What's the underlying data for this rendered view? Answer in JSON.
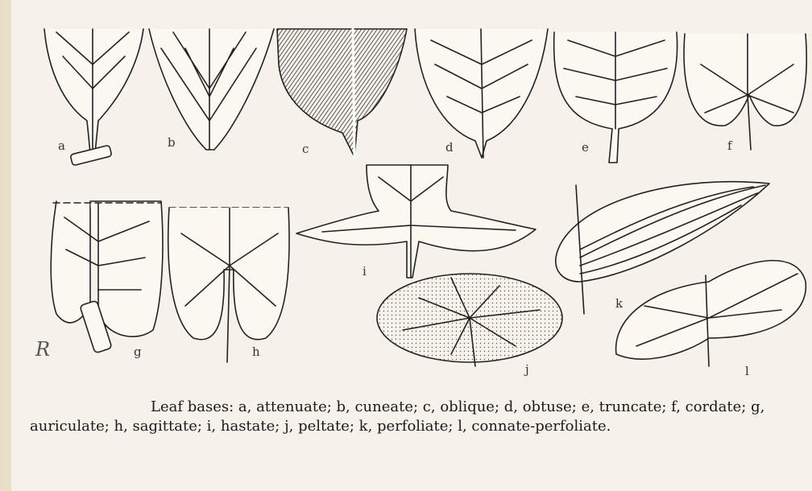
{
  "figure": {
    "labels": [
      "a",
      "b",
      "c",
      "d",
      "e",
      "f",
      "g",
      "h",
      "i",
      "j",
      "k",
      "l"
    ],
    "signature": "R"
  },
  "caption": {
    "text": "Leaf bases: a, attenuate; b, cuneate; c, oblique; d, obtuse; e, truncate; f, cordate; g, auriculate; h, sagittate; i, hastate; j, peltate; k, perfoliate; l, connate-perfoliate."
  }
}
